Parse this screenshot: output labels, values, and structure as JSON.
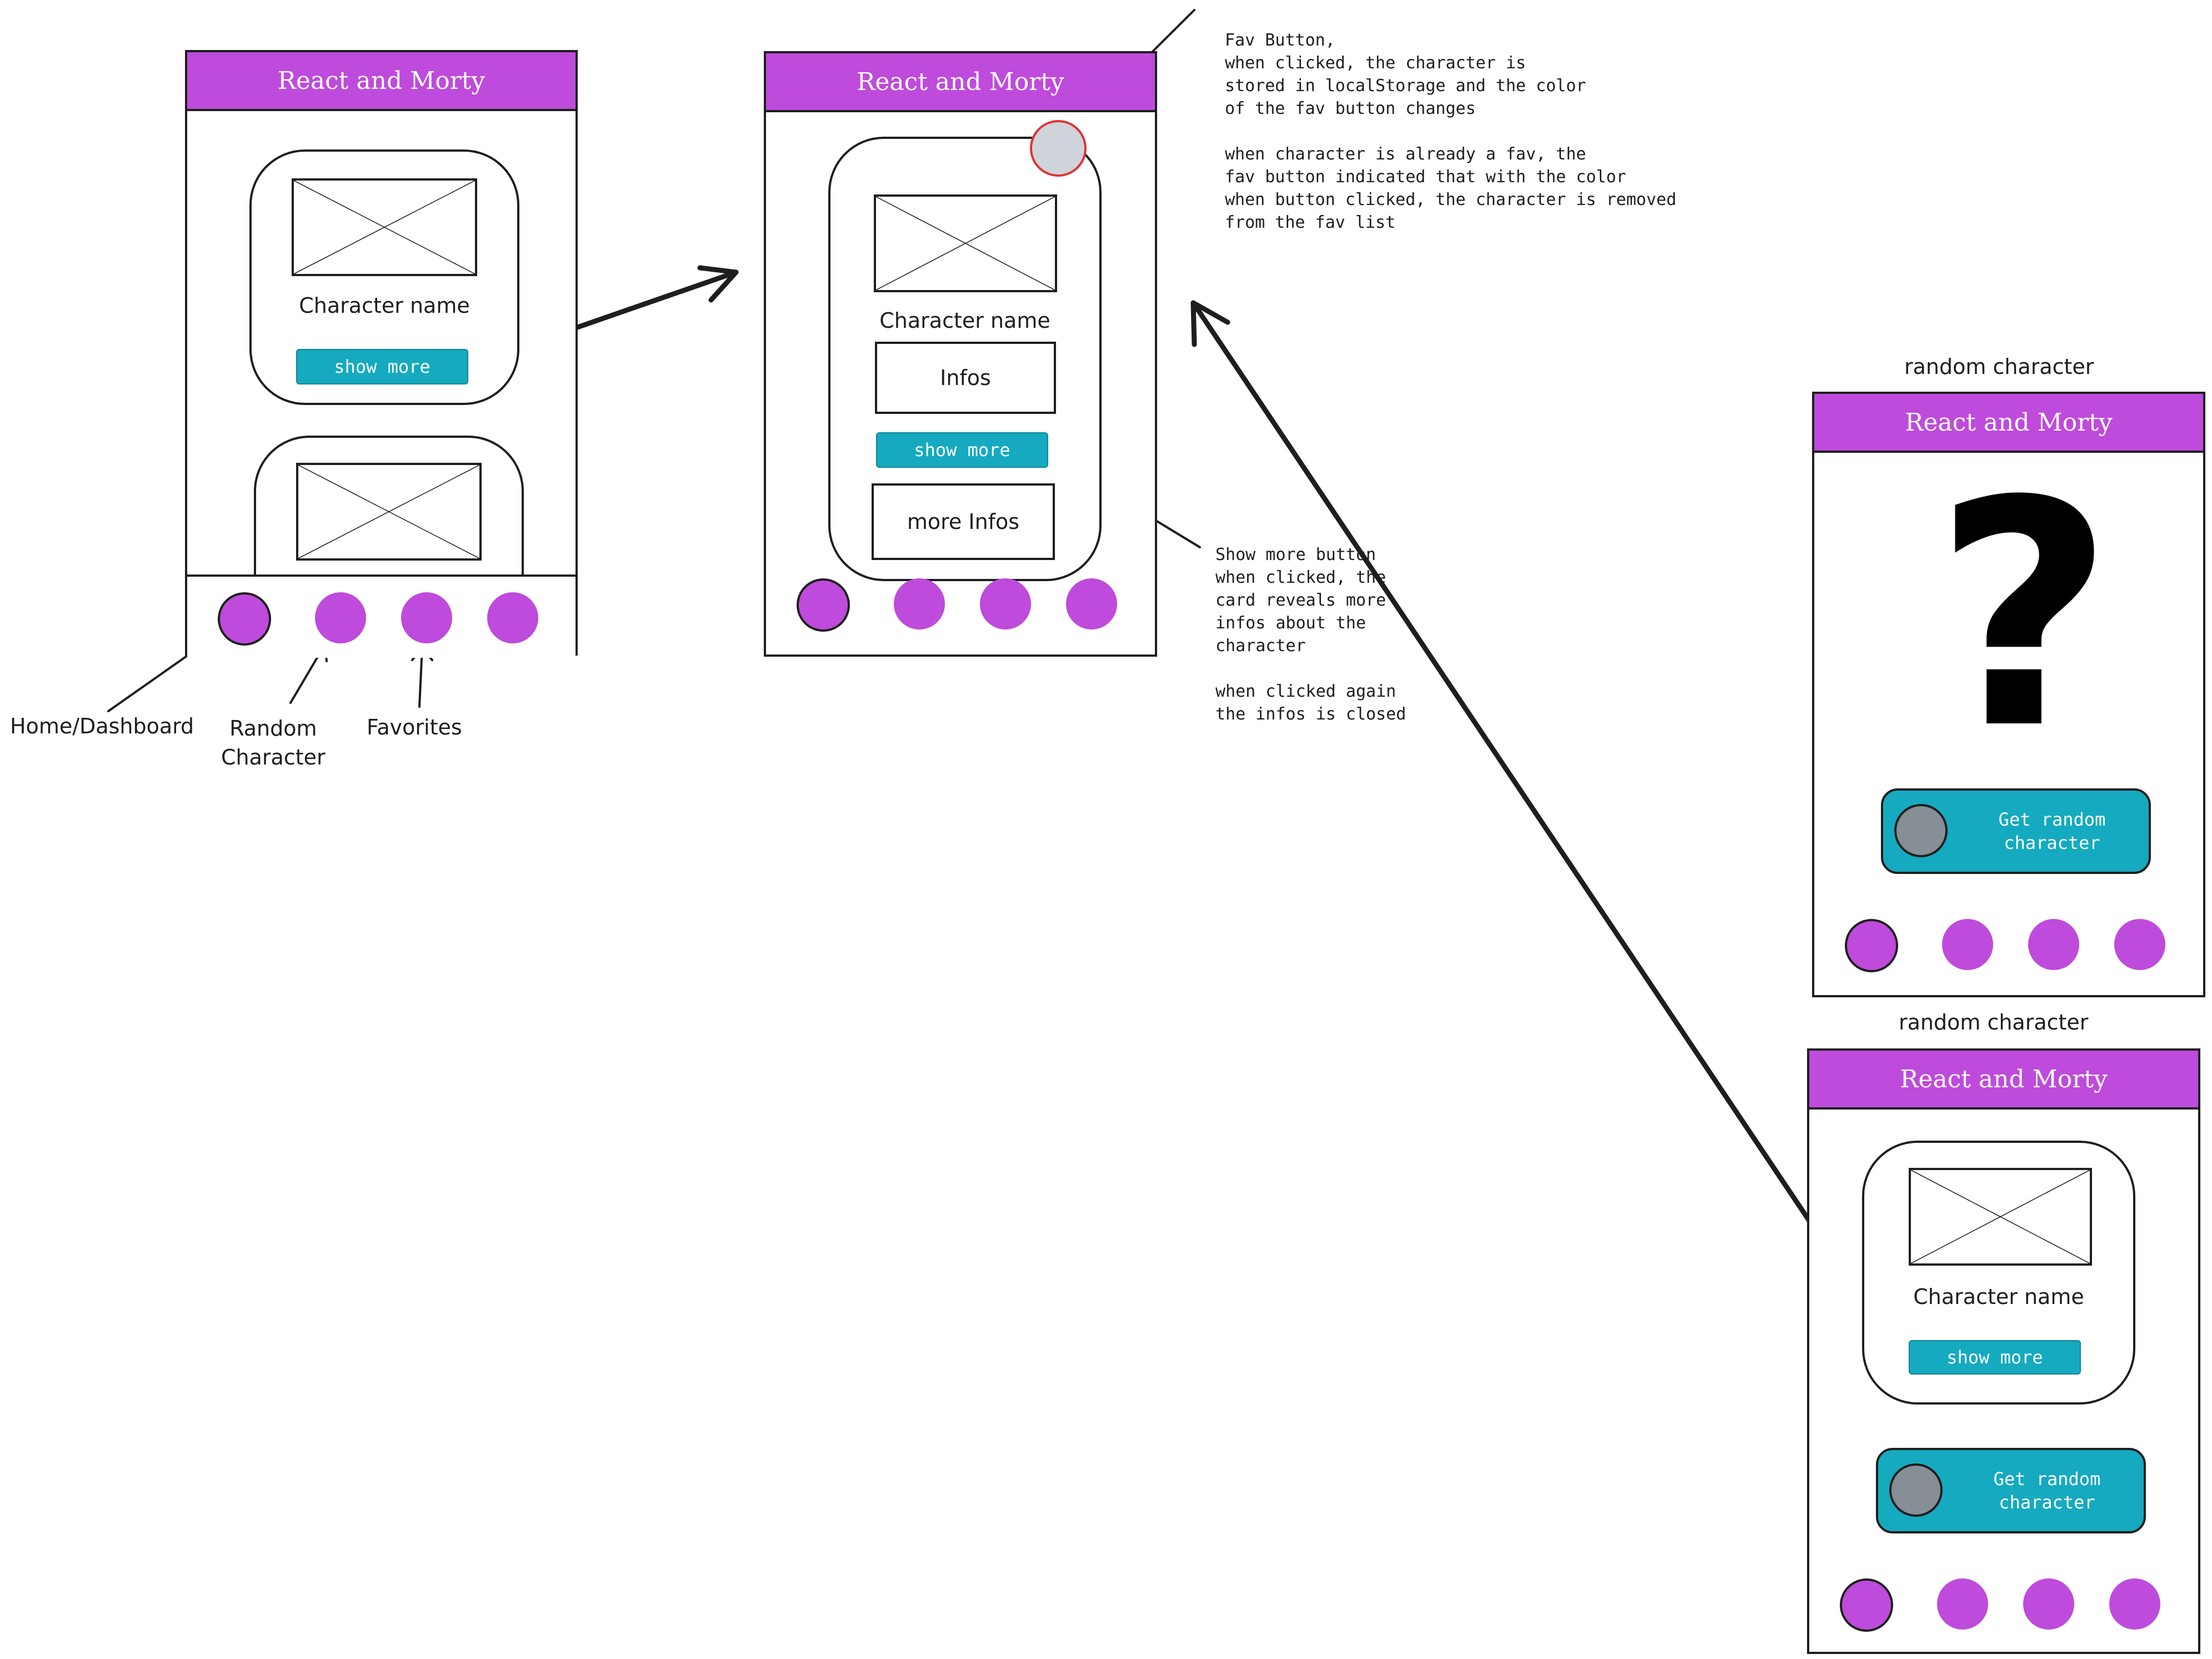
{
  "app_title": "React and Morty",
  "screens": {
    "dashboard": {
      "character_name": "Character name",
      "show_more": "show more"
    },
    "detail": {
      "character_name": "Character name",
      "infos": "Infos",
      "show_more": "show more",
      "more_infos": "more Infos"
    },
    "random_empty": {
      "caption": "random character",
      "get_random": "Get random\ncharacter"
    },
    "random_result": {
      "caption": "random character",
      "character_name": "Character name",
      "show_more": "show more",
      "get_random": "Get random\ncharacter"
    }
  },
  "nav_labels": {
    "home": "Home/Dashboard",
    "random": "Random\nCharacter",
    "favorites": "Favorites"
  },
  "annotations": {
    "fav_button": "Fav Button,\nwhen clicked, the character is\nstored in localStorage and the color\nof the fav button changes\n\nwhen character is already a fav, the\nfav button indicated that with the color\nwhen button clicked, the character is removed\nfrom the fav list",
    "show_more_button": "Show more button\nwhen clicked, the\ncard reveals more\ninfos about the\ncharacter\n\nwhen clicked again\nthe infos is closed"
  },
  "colors": {
    "header": "#be4bdb",
    "nav_dot": "#be4bdb",
    "button": "#15aabf",
    "fav_button": "#ced4da",
    "fav_button_border": "#e03131",
    "knob": "#868e96"
  },
  "icons": {
    "random_placeholder": "question-mark-icon"
  }
}
